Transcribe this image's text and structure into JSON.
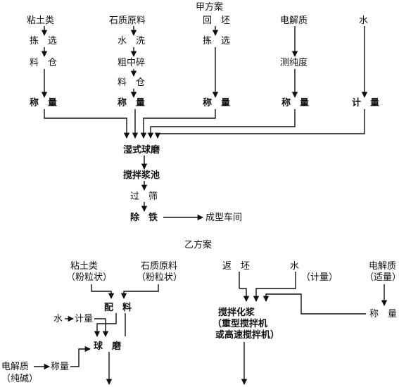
{
  "plan_a": {
    "title": "甲方案",
    "clay": [
      "粘土类",
      "拣　选",
      "料　仓",
      "称　量"
    ],
    "stone": [
      "石质原料",
      "水　洗",
      "粗中碎",
      "料　仓",
      "称　量"
    ],
    "returned": [
      "回　坯",
      "拣　选",
      "称　量"
    ],
    "electrolyte": [
      "电解质",
      "测纯度",
      "称　量"
    ],
    "water": [
      "水",
      "计　量"
    ],
    "main": [
      "湿式球磨",
      "搅拌浆池",
      "过　筛",
      "除　铁"
    ],
    "output": "成型车间"
  },
  "plan_b": {
    "title": "乙方案",
    "clay": [
      "粘土类",
      "（粉粒状）"
    ],
    "stone": [
      "石质原料",
      "（粉粒状）"
    ],
    "batching": "配　料",
    "water_in": [
      "水",
      "计量"
    ],
    "ball_mill": "球　磨",
    "electrolyte_in": [
      "电解质",
      "（纯碱）",
      "称量"
    ],
    "returned": "返　坯",
    "water2": [
      "水",
      "（计量）"
    ],
    "electrolyte2": [
      "电解质",
      "（适量）"
    ],
    "weigh2": "称　量",
    "mixing": [
      "搅拌化浆",
      "（重型搅拌机",
      "或高速搅拌机）"
    ]
  }
}
